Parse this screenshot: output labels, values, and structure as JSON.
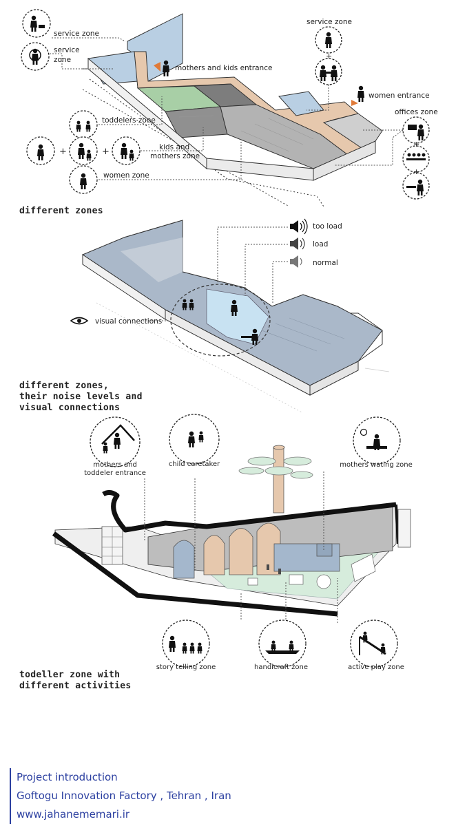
{
  "colors": {
    "service": "#b9cfe3",
    "entrance": "#e6c8ad",
    "toddlers": "#a8cfa6",
    "kids": "#7d7d7d",
    "women": "#b3b3b3",
    "offices": "#cfcfcf",
    "noise_blue": "#aab8c9",
    "visual_blue": "#c8e2f2",
    "play_green": "#d6ecdc",
    "footer_blue": "#2b3fa0"
  },
  "section1": {
    "heading": "different zones",
    "labels": {
      "service_zone_top": "service zone",
      "service_zone_left_1": "service",
      "service_zone_left_2": "zone",
      "mothers_kids_entrance": "mothers and kids entrance",
      "service_zone_right": "service zone",
      "women_entrance": "women entrance",
      "offices_zone": "offices zone",
      "toddelers_zone": "toddelers zone",
      "kids_mothers_1": "kids and",
      "kids_mothers_2": "mothers zone",
      "women_zone": "women zone"
    }
  },
  "section2": {
    "heading_lines": [
      "different zones,",
      "their noise levels and",
      "visual connections"
    ],
    "legend": {
      "too_load": "too load",
      "load": "load",
      "normal": "normal",
      "visual_connections": "visual connections"
    }
  },
  "section3": {
    "heading_lines": [
      "todeller zone with",
      "different activities"
    ],
    "labels": {
      "mothers_toddler_1": "mothers and",
      "mothers_toddler_2": "toddeler entrance",
      "child_caretaker": "child caretaker",
      "mothers_waiting": "mothers wating zone",
      "story_telling": "story telling zone",
      "handicraft": "handicraft zone",
      "active_play": "active play zone"
    }
  },
  "footer": {
    "line1": "Project introduction",
    "line2": "Goftogu Innovation Factory , Tehran , Iran",
    "line3": "www.jahanememari.ir"
  }
}
